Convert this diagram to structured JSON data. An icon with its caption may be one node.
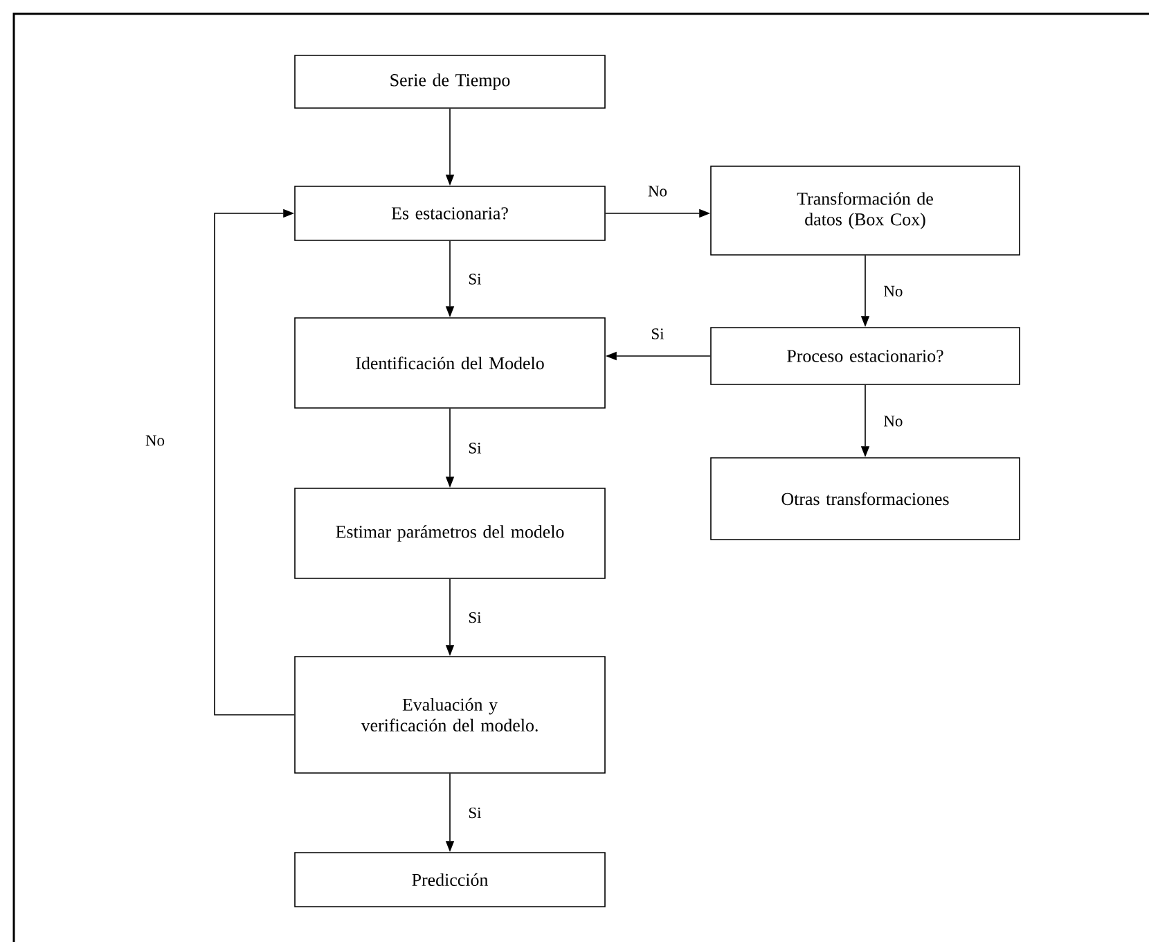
{
  "diagram": {
    "nodes": [
      {
        "text": [
          "Serie de Tiempo"
        ]
      },
      {
        "text": [
          "Es estacionaria?"
        ]
      },
      {
        "text": [
          "Transformación de datos (Box Cox)"
        ]
      },
      {
        "text": [
          "Identificación del Modelo"
        ]
      },
      {
        "text": [
          "Proceso estacionario?"
        ]
      },
      {
        "text": [
          "Otras transformaciones"
        ]
      },
      {
        "text": [
          "Estimar parámetros del modelo"
        ]
      },
      {
        "text": [
          "Evaluación y verificación del modelo."
        ]
      },
      {
        "text": [
          "Predicción"
        ]
      }
    ],
    "edges": [
      {
        "from": 0,
        "to": 1,
        "arrow": "to"
      },
      {
        "from": 1,
        "to": 2,
        "arrow": "to",
        "label": "No"
      },
      {
        "from": 2,
        "to": 4,
        "arrow": "to",
        "label": "No"
      },
      {
        "from": 4,
        "to": 3,
        "arrow": "to",
        "label": "Si"
      },
      {
        "from": 4,
        "to": 5,
        "arrow": "to",
        "label": "No"
      },
      {
        "from": 1,
        "to": 3,
        "arrow": "to",
        "label": "Si"
      },
      {
        "from": 3,
        "to": 6,
        "arrow": "to",
        "label": "Si"
      },
      {
        "from": 7,
        "to": 1,
        "arrow": "to",
        "label": "No"
      },
      {
        "from": 6,
        "to": 7,
        "arrow": "to",
        "label": "Si"
      },
      {
        "from": 7,
        "to": 8,
        "arrow": "to",
        "label": "Si"
      }
    ]
  }
}
